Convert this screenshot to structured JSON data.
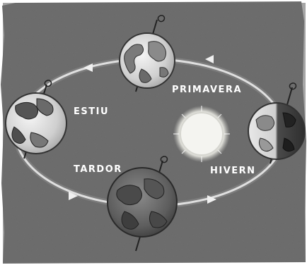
{
  "season_labels": {
    "spring": "PRIMAVERA",
    "summer": "ESTIU",
    "autumn": "TARDOR",
    "winter": "HIVERN"
  },
  "colors": {
    "background": "#6e6e6e",
    "orbit": "#e6e6e6",
    "sun": "#f2f2ee",
    "earth_ocean": "#d2d2d2",
    "earth_land": "#4a4a4a",
    "label_text": "#ffffff"
  }
}
